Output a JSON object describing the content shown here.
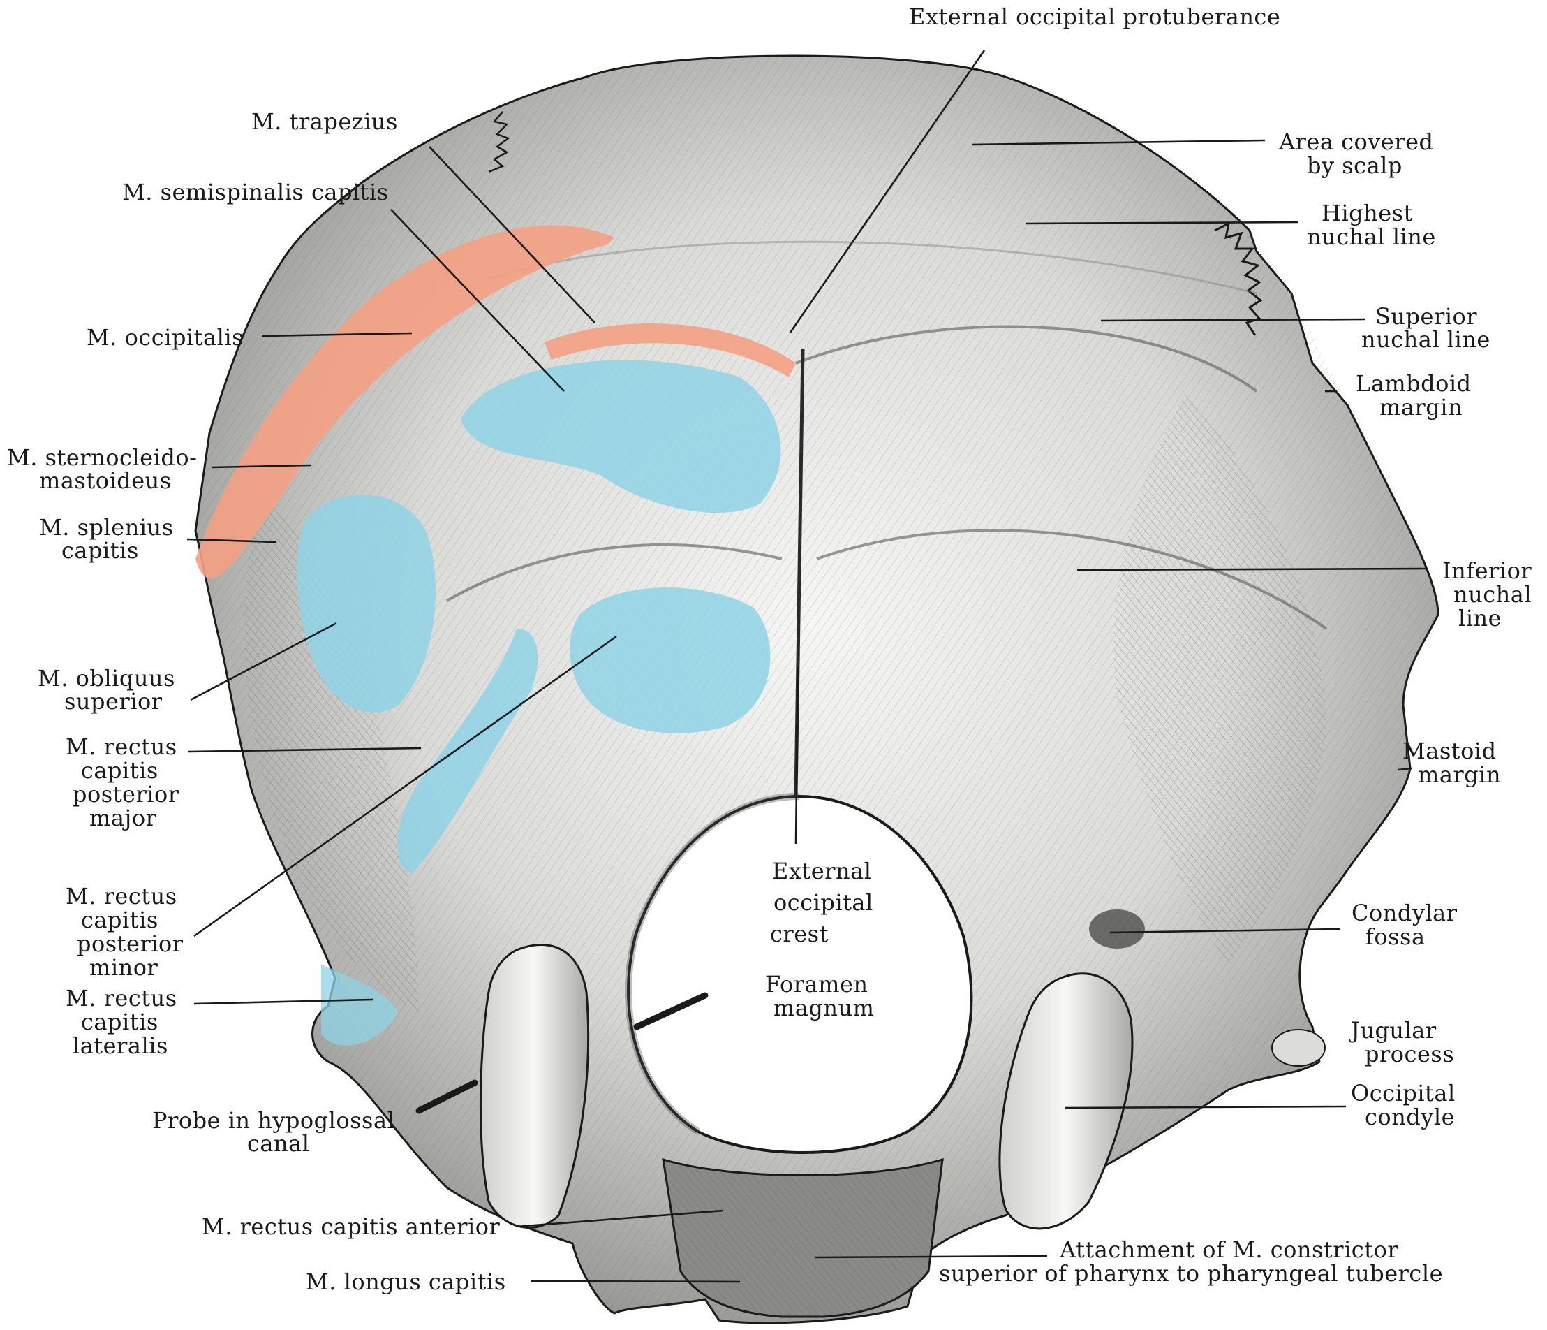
{
  "diagram": {
    "colors": {
      "bone_light": "#f4f4f2",
      "bone_shade": "#b9b9b6",
      "bone_dark": "#5c5c5c",
      "muscle_red": "#f4a184",
      "muscle_blue": "#8fd3e6",
      "ink": "#1a1a1a"
    },
    "labels": {
      "external_occipital_protuberance": "External occipital protuberance",
      "m_trapezius": "M. trapezius",
      "m_semispinalis_capitis": "M. semispinalis capitis",
      "m_occipitalis": "M. occipitalis",
      "m_sternocleido_1": "M. sternocleido-",
      "m_sternocleido_2": "mastoideus",
      "m_splenius_1": "M. splenius",
      "m_splenius_2": "capitis",
      "m_obliquus_1": "M. obliquus",
      "m_obliquus_2": "superior",
      "m_rcp_major_1": "M. rectus",
      "m_rcp_major_2": "capitis",
      "m_rcp_major_3": "posterior",
      "m_rcp_major_4": "major",
      "m_rcp_minor_1": "M. rectus",
      "m_rcp_minor_2": "capitis",
      "m_rcp_minor_3": "posterior",
      "m_rcp_minor_4": "minor",
      "m_rc_lateralis_1": "M. rectus",
      "m_rc_lateralis_2": "capitis",
      "m_rc_lateralis_3": "lateralis",
      "probe_1": "Probe in hypoglossal",
      "probe_2": "canal",
      "m_rc_anterior": "M. rectus capitis anterior",
      "m_longus_capitis": "M. longus capitis",
      "area_scalp_1": "Area covered",
      "area_scalp_2": "by scalp",
      "highest_nuchal_1": "Highest",
      "highest_nuchal_2": "nuchal line",
      "superior_nuchal_1": "Superior",
      "superior_nuchal_2": "nuchal line",
      "lambdoid_1": "Lambdoid",
      "lambdoid_2": "margin",
      "inferior_nuchal_1": "Inferior",
      "inferior_nuchal_2": "nuchal",
      "inferior_nuchal_3": "line",
      "mastoid_1": "Mastoid",
      "mastoid_2": "margin",
      "ext_occ_crest_1": "External",
      "ext_occ_crest_2": "occipital",
      "ext_occ_crest_3": "crest",
      "foramen_1": "Foramen",
      "foramen_2": "magnum",
      "condylar_1": "Condylar",
      "condylar_2": "fossa",
      "jugular_1": "Jugular",
      "jugular_2": "process",
      "occipital_condyle_1": "Occipital",
      "occipital_condyle_2": "condyle",
      "constrictor_1": "Attachment of M. constrictor",
      "constrictor_2": "superior of pharynx to pharyngeal tubercle"
    }
  }
}
